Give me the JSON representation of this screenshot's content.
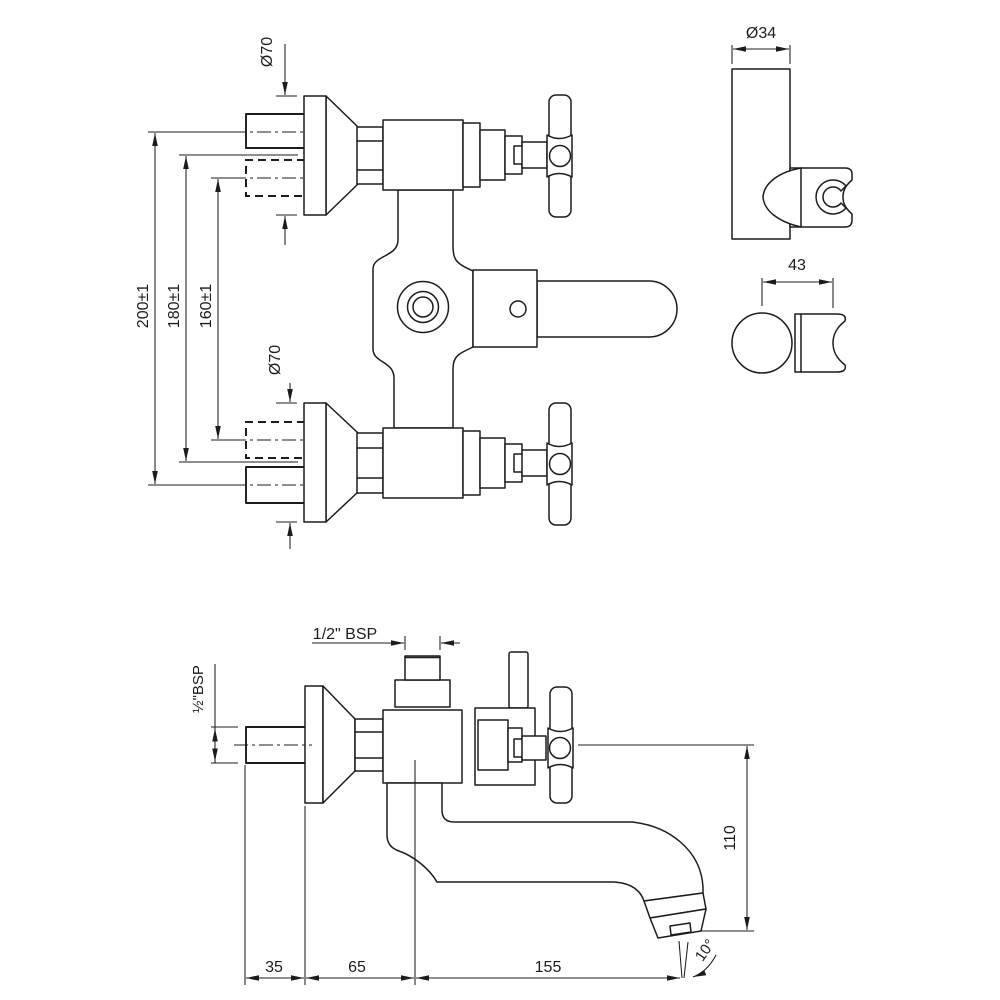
{
  "front_view": {
    "dia_top": "Ø70",
    "dia_bottom": "Ø70",
    "dim_200": "200±1",
    "dim_180": "180±1",
    "dim_160": "160±1"
  },
  "shower_bracket": {
    "dia": "Ø34",
    "width": "43"
  },
  "side_view": {
    "thread_top": "1/2\" BSP",
    "thread_wall": "½\"BSP",
    "spout_height": "110",
    "wall_offset": "35",
    "flange_to_axis": "65",
    "spout_reach": "155",
    "spout_angle": "10°"
  },
  "colors": {
    "line": "#1c1c1c",
    "background": "#ffffff"
  }
}
